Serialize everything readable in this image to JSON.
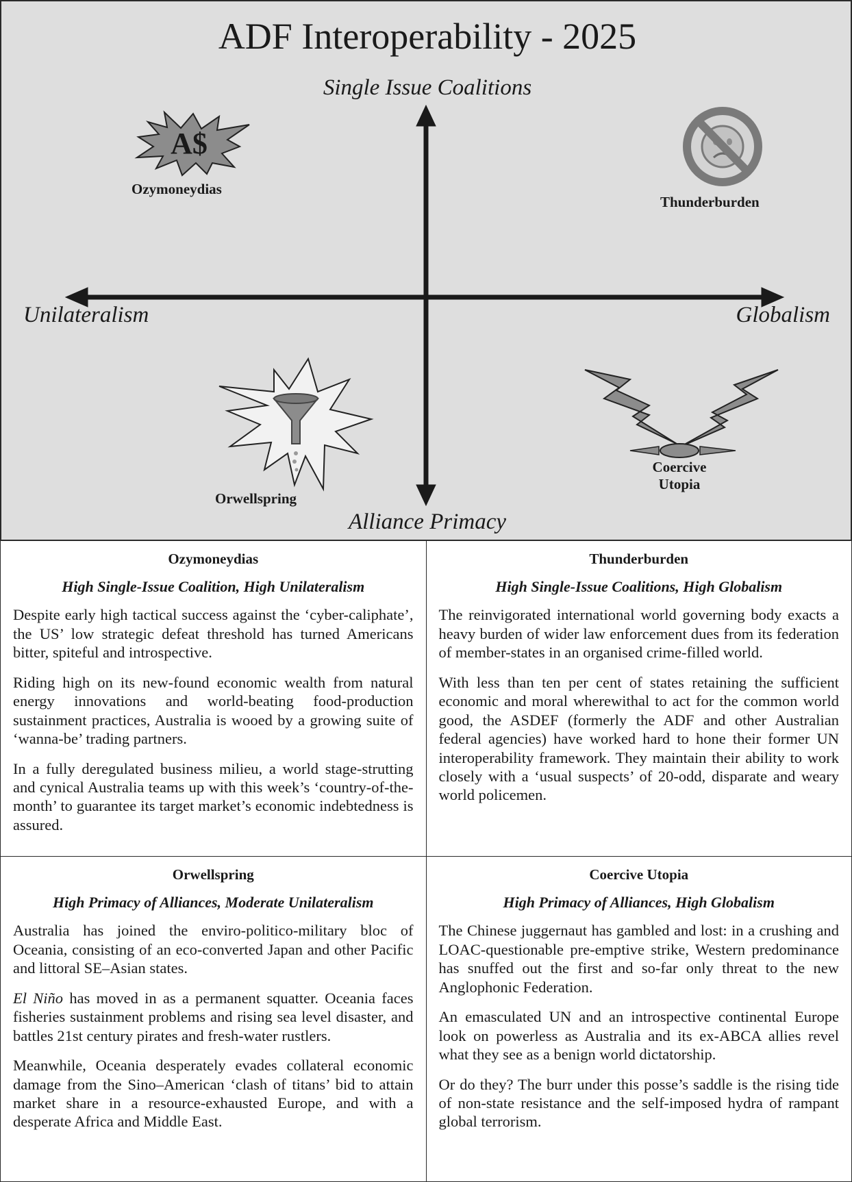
{
  "diagram": {
    "title": "ADF Interoperability - 2025",
    "axes": {
      "top": "Single Issue Coalitions",
      "bottom": "Alliance Primacy",
      "left": "Unilateralism",
      "right": "Globalism"
    },
    "icon_colors": {
      "grey": "#8c8c8c",
      "light": "#f2f2f2",
      "dark": "#555555",
      "background": "#dedede"
    },
    "quadrants": [
      {
        "label": "Ozymoneydias",
        "icon": "burst-icon",
        "icon_text": "A$"
      },
      {
        "label": "Thunderburden",
        "icon": "frown-prohibited-icon"
      },
      {
        "label": "Orwellspring",
        "icon": "funnel-burst-icon"
      },
      {
        "label_line1": "Coercive",
        "label_line2": "Utopia",
        "icon": "lightning-bolts-icon"
      }
    ]
  },
  "scenarios": [
    {
      "title": "Ozymoneydias",
      "subtitle": "High Single-Issue Coalition, High Unilateralism",
      "paragraphs": [
        "Despite early high tactical success against the ‘cyber-caliphate’, the US’ low strategic defeat threshold has turned Americans bitter, spiteful and introspective.",
        "Riding high on its new-found economic wealth from natural energy innovations and world-beating food-production sustainment practices, Australia is wooed by a growing suite of ‘wanna-be’ trading partners.",
        "In a fully deregulated business milieu, a world stage-strutting and cynical Australia teams up with this week’s ‘country-of-the-month’ to guarantee its target market’s economic indebtedness is assured."
      ]
    },
    {
      "title": "Thunderburden",
      "subtitle": "High Single-Issue Coalitions, High Globalism",
      "paragraphs": [
        "The reinvigorated international world governing body exacts a heavy burden of wider law enforcement dues from its federation of member-states in an organised crime-filled world.",
        "With less than ten per cent of states retaining the sufficient economic and moral wherewithal to act for the common world good, the ASDEF (formerly the ADF and other Australian federal agencies) have worked hard to hone their former UN interoperability framework. They maintain their ability to work closely with a ‘usual suspects’ of 20-odd, disparate and weary world policemen."
      ]
    },
    {
      "title": "Orwellspring",
      "subtitle": "High Primacy of Alliances, Moderate Unilateralism",
      "paragraphs_lead_italic": "El Niño",
      "paragraphs": [
        "Australia has joined the enviro-politico-military bloc of Oceania, consisting of an eco-converted Japan and other Pacific and littoral SE–Asian states.",
        " has moved in as a permanent squatter. Oceania faces fisheries sustainment problems and rising sea level disaster, and battles 21st century pirates and fresh-water rustlers.",
        "Meanwhile, Oceania desperately evades collateral economic damage from the Sino–American ‘clash of titans’ bid to attain market share in a resource-exhausted Europe, and with a desperate Africa and Middle East."
      ]
    },
    {
      "title": "Coercive Utopia",
      "subtitle": "High Primacy of Alliances, High Globalism",
      "paragraphs": [
        "The Chinese juggernaut has gambled and lost: in a crushing and LOAC-questionable pre-emptive strike, Western predominance has snuffed out the first and so-far only threat to the new Anglophonic Federation.",
        "An emasculated UN and an introspective continental Europe look on powerless as Australia and its ex-ABCA allies revel what they see as a benign world dictatorship.",
        "Or do they? The burr under this posse’s saddle is the rising tide of non-state resistance and the self-imposed hydra of rampant global terrorism."
      ]
    }
  ]
}
